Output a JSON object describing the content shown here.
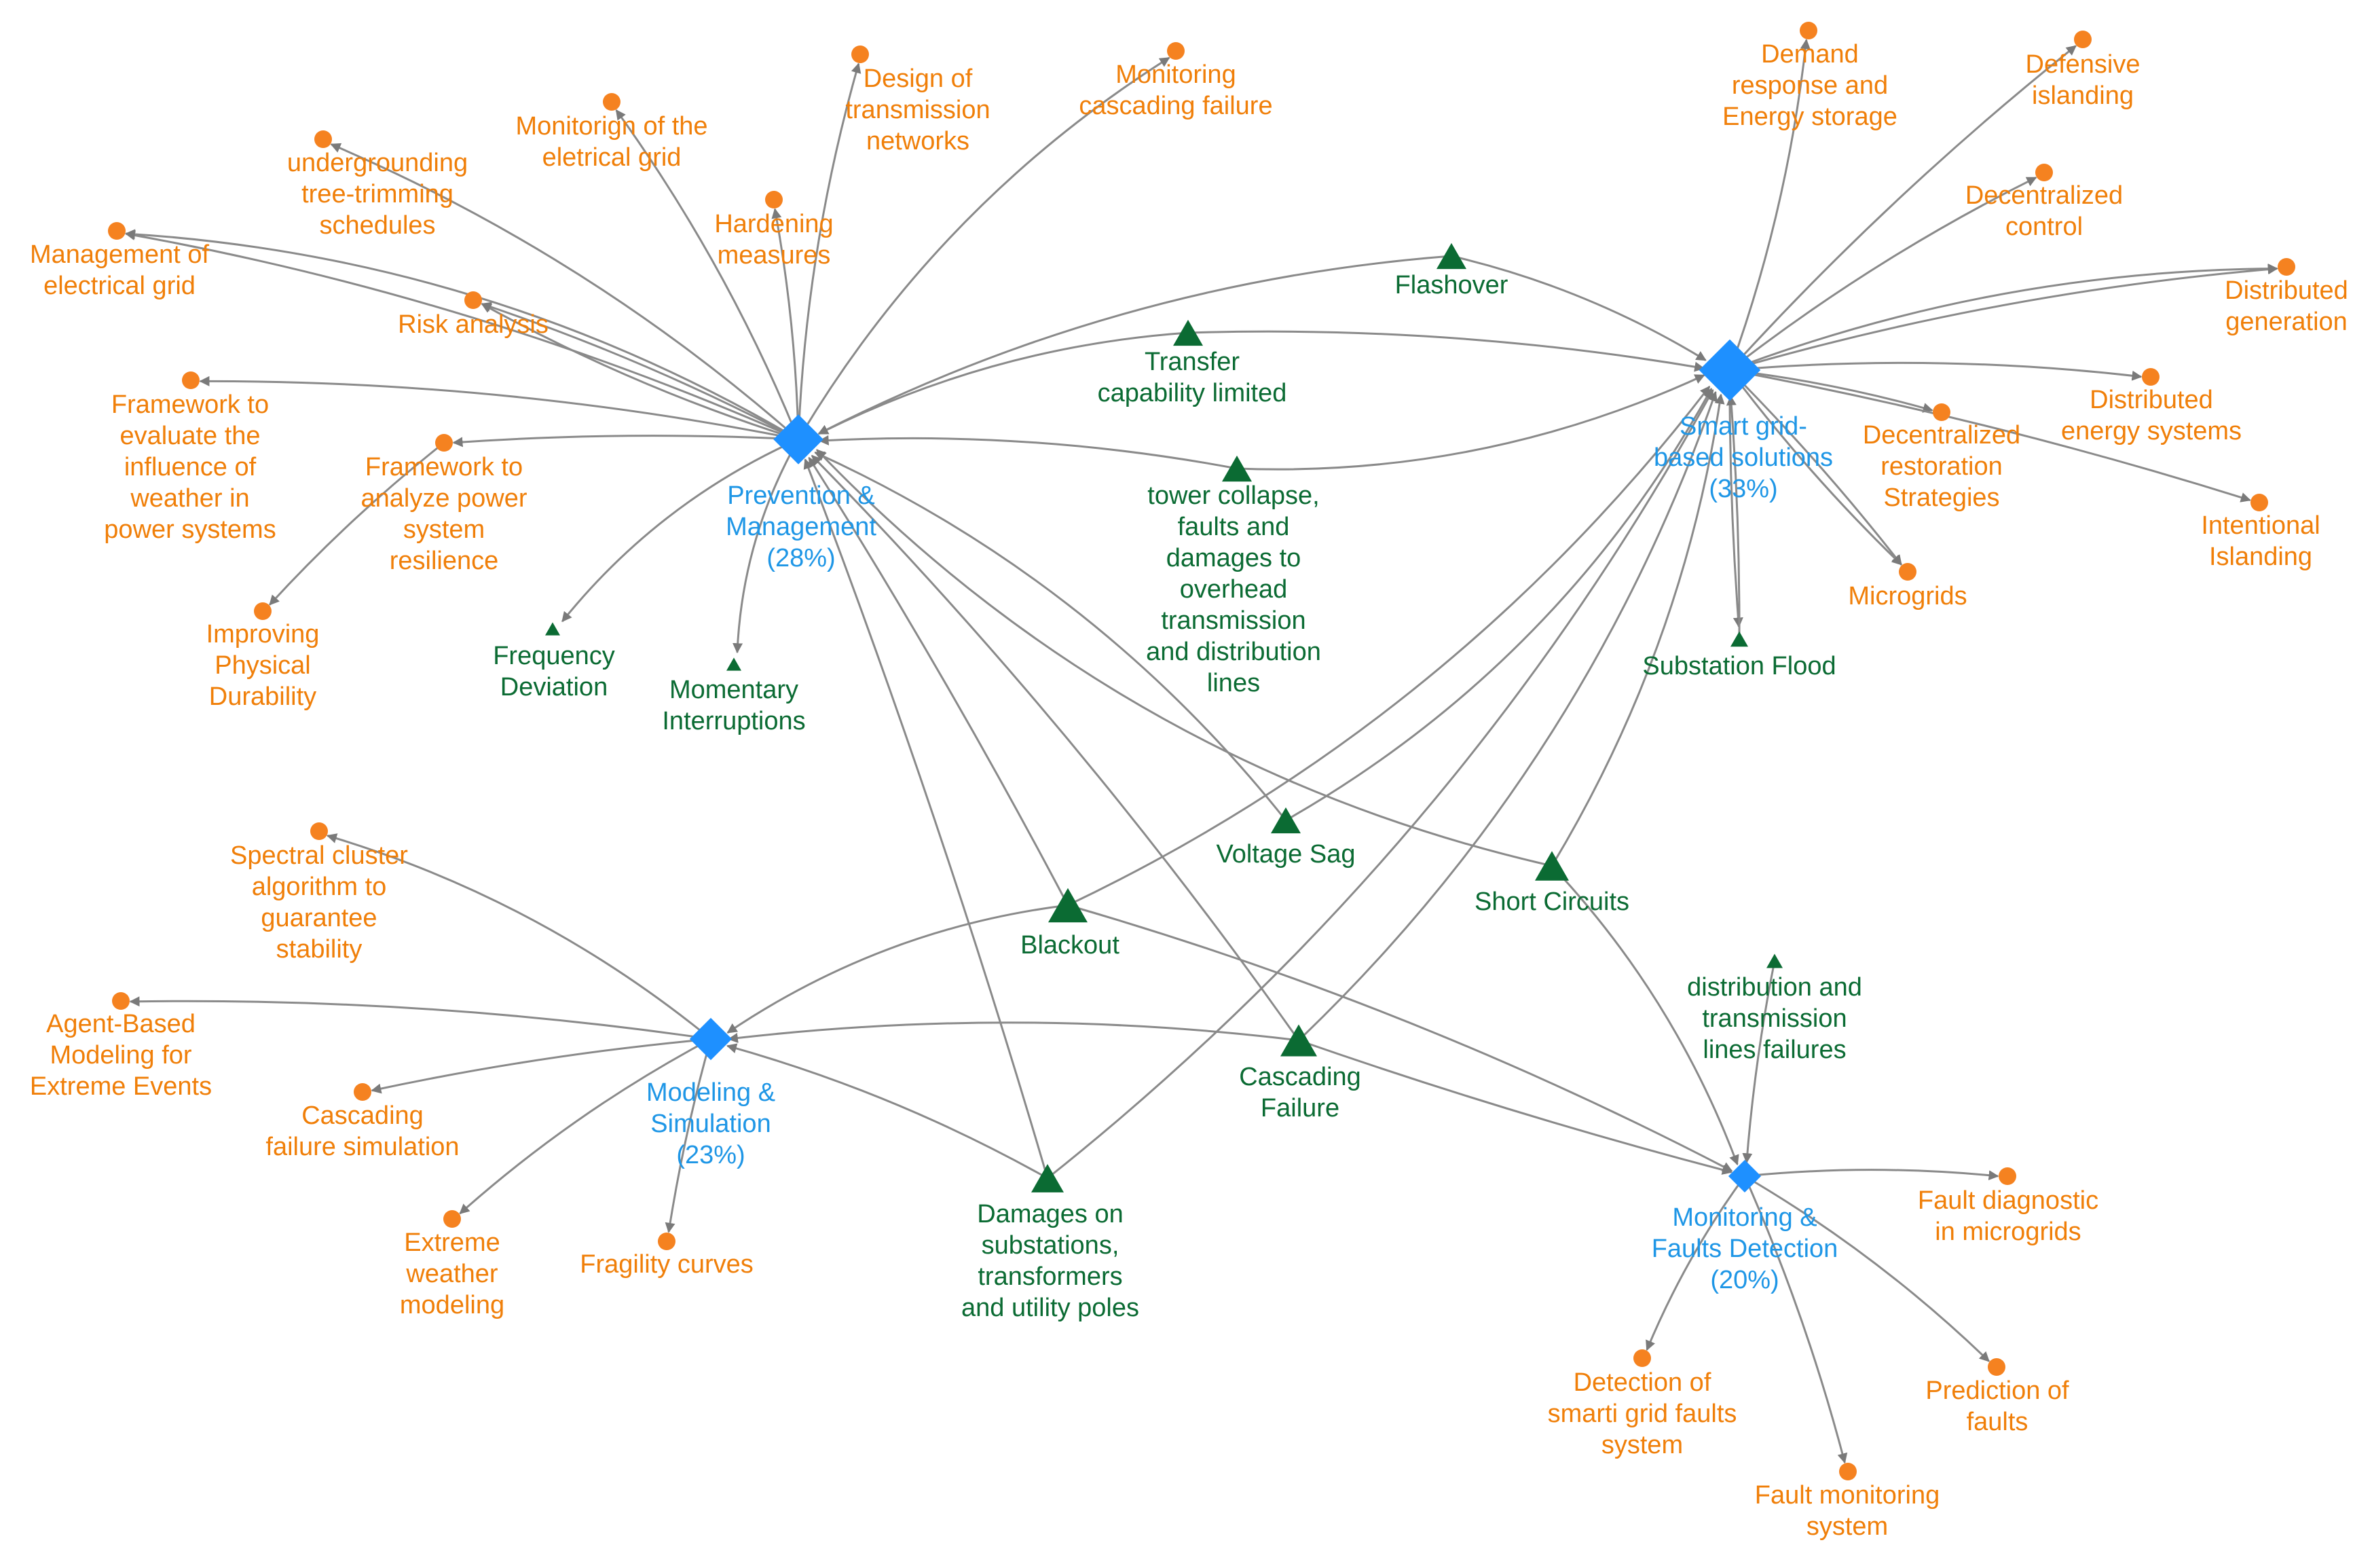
{
  "colors": {
    "hub": "#1E90FF",
    "hub_label": "#1E96E6",
    "method": "#F58220",
    "method_label": "#F07F09",
    "problem": "#0B6B33",
    "edge": "#8a8a8a"
  },
  "legend": {
    "hub_shape": "diamond",
    "method_shape": "circle",
    "problem_shape": "triangle"
  },
  "hubs": [
    {
      "id": "pm",
      "lines": [
        "Prevention &",
        "Management",
        "(28%)"
      ]
    },
    {
      "id": "sg",
      "lines": [
        "Smart grid-",
        "based solutions",
        "(33%)"
      ]
    },
    {
      "id": "ms",
      "lines": [
        "Modeling &",
        "Simulation",
        "(23%)"
      ]
    },
    {
      "id": "mf",
      "lines": [
        "Monitoring &",
        "Faults Detection",
        "(20%)"
      ]
    }
  ],
  "problems": [
    {
      "id": "flashover",
      "lines": [
        "Flashover"
      ]
    },
    {
      "id": "transfer",
      "lines": [
        "Transfer",
        "capability limited"
      ]
    },
    {
      "id": "tower",
      "lines": [
        "tower collapse,",
        "faults and",
        "damages to",
        "overhead",
        "transmission",
        "and distribution",
        "lines"
      ]
    },
    {
      "id": "freq",
      "lines": [
        "Frequency",
        "Deviation"
      ]
    },
    {
      "id": "momentary",
      "lines": [
        "Momentary",
        "Interruptions"
      ]
    },
    {
      "id": "substation_flood",
      "lines": [
        "Substation Flood"
      ]
    },
    {
      "id": "voltage_sag",
      "lines": [
        "Voltage Sag"
      ]
    },
    {
      "id": "short_circuits",
      "lines": [
        "Short Circuits"
      ]
    },
    {
      "id": "blackout",
      "lines": [
        "Blackout"
      ]
    },
    {
      "id": "cascading",
      "lines": [
        "Cascading",
        "Failure"
      ]
    },
    {
      "id": "dist_trans",
      "lines": [
        "distribution and",
        "transmission",
        "lines failures"
      ]
    },
    {
      "id": "damages",
      "lines": [
        "Damages on",
        "substations,",
        "transformers",
        "and utility poles"
      ]
    }
  ],
  "methods": [
    {
      "id": "underground",
      "lines": [
        "undergrounding",
        "tree-trimming",
        "schedules"
      ]
    },
    {
      "id": "mon_grid",
      "lines": [
        "Monitorign of the",
        "eletrical grid"
      ]
    },
    {
      "id": "design_tn",
      "lines": [
        "Design of",
        "transmission",
        "networks"
      ]
    },
    {
      "id": "mon_cascade",
      "lines": [
        "Monitoring",
        "cascading failure"
      ]
    },
    {
      "id": "hardening",
      "lines": [
        "Hardening",
        "measures"
      ]
    },
    {
      "id": "mgmt_grid",
      "lines": [
        "Management of",
        "electrical grid"
      ]
    },
    {
      "id": "risk",
      "lines": [
        "Risk analysis"
      ]
    },
    {
      "id": "fw_weather",
      "lines": [
        "Framework to",
        "evaluate the",
        "influence of",
        "weather in",
        "power systems"
      ]
    },
    {
      "id": "fw_resil",
      "lines": [
        "Framework to",
        "analyze power",
        "system",
        "resilience"
      ]
    },
    {
      "id": "phys_dur",
      "lines": [
        "Improving",
        "Physical",
        "Durability"
      ]
    },
    {
      "id": "demand",
      "lines": [
        "Demand",
        "response and",
        "Energy storage"
      ]
    },
    {
      "id": "def_island",
      "lines": [
        "Defensive",
        "islanding"
      ]
    },
    {
      "id": "dec_control",
      "lines": [
        "Decentralized",
        "control"
      ]
    },
    {
      "id": "dist_gen",
      "lines": [
        "Distributed",
        "generation"
      ]
    },
    {
      "id": "dist_energy",
      "lines": [
        "Distributed",
        "energy systems"
      ]
    },
    {
      "id": "dec_rest",
      "lines": [
        "Decentralized",
        "restoration",
        "Strategies"
      ]
    },
    {
      "id": "int_island",
      "lines": [
        "Intentional",
        "Islanding"
      ]
    },
    {
      "id": "microgrids",
      "lines": [
        "Microgrids"
      ]
    },
    {
      "id": "spectral",
      "lines": [
        "Spectral cluster",
        "algorithm to",
        "guarantee",
        "stability"
      ]
    },
    {
      "id": "abm",
      "lines": [
        "Agent-Based",
        "Modeling for",
        "Extreme Events"
      ]
    },
    {
      "id": "casc_sim",
      "lines": [
        "Cascading",
        "failure simulation"
      ]
    },
    {
      "id": "ext_weather",
      "lines": [
        "Extreme",
        "weather",
        "modeling"
      ]
    },
    {
      "id": "fragility",
      "lines": [
        "Fragility curves"
      ]
    },
    {
      "id": "fault_micro",
      "lines": [
        "Fault diagnostic",
        "in microgrids"
      ]
    },
    {
      "id": "detect_sg",
      "lines": [
        "Detection of",
        "smarti grid faults",
        "system"
      ]
    },
    {
      "id": "pred_faults",
      "lines": [
        "Prediction of",
        "faults"
      ]
    },
    {
      "id": "fault_mon",
      "lines": [
        "Fault monitoring",
        "system"
      ]
    }
  ]
}
